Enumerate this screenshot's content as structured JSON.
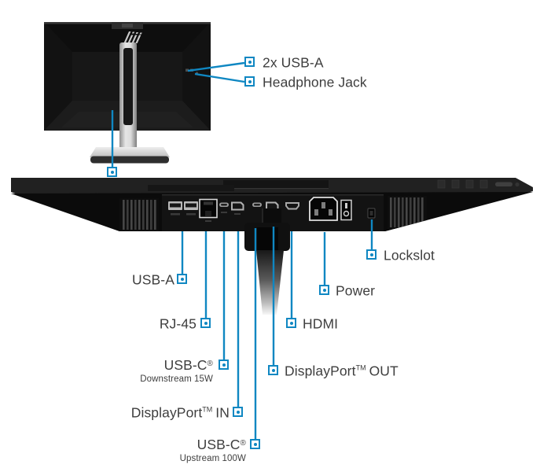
{
  "colors": {
    "accent_blue": "#0f87c2",
    "label_text": "#3e3e3e",
    "device_black": "#141414",
    "background": "#ffffff"
  },
  "rear_view": {
    "callouts": {
      "usb_a_2x": "2x USB-A",
      "headphone_jack": "Headphone Jack"
    }
  },
  "bottom_view": {
    "callouts": {
      "usb_a": "USB-A",
      "rj45": "RJ-45",
      "usb_c": "USB-C",
      "reg_mark": "®",
      "tm_mark": "TM",
      "usb_c_downstream_sub": "Downstream 15W",
      "usb_c_upstream_sub": "Upstream 100W",
      "displayport": "DisplayPort",
      "dp_in_suffix": "IN",
      "dp_out_suffix": "OUT",
      "hdmi": "HDMI",
      "power": "Power",
      "lockslot": "Lockslot"
    }
  }
}
